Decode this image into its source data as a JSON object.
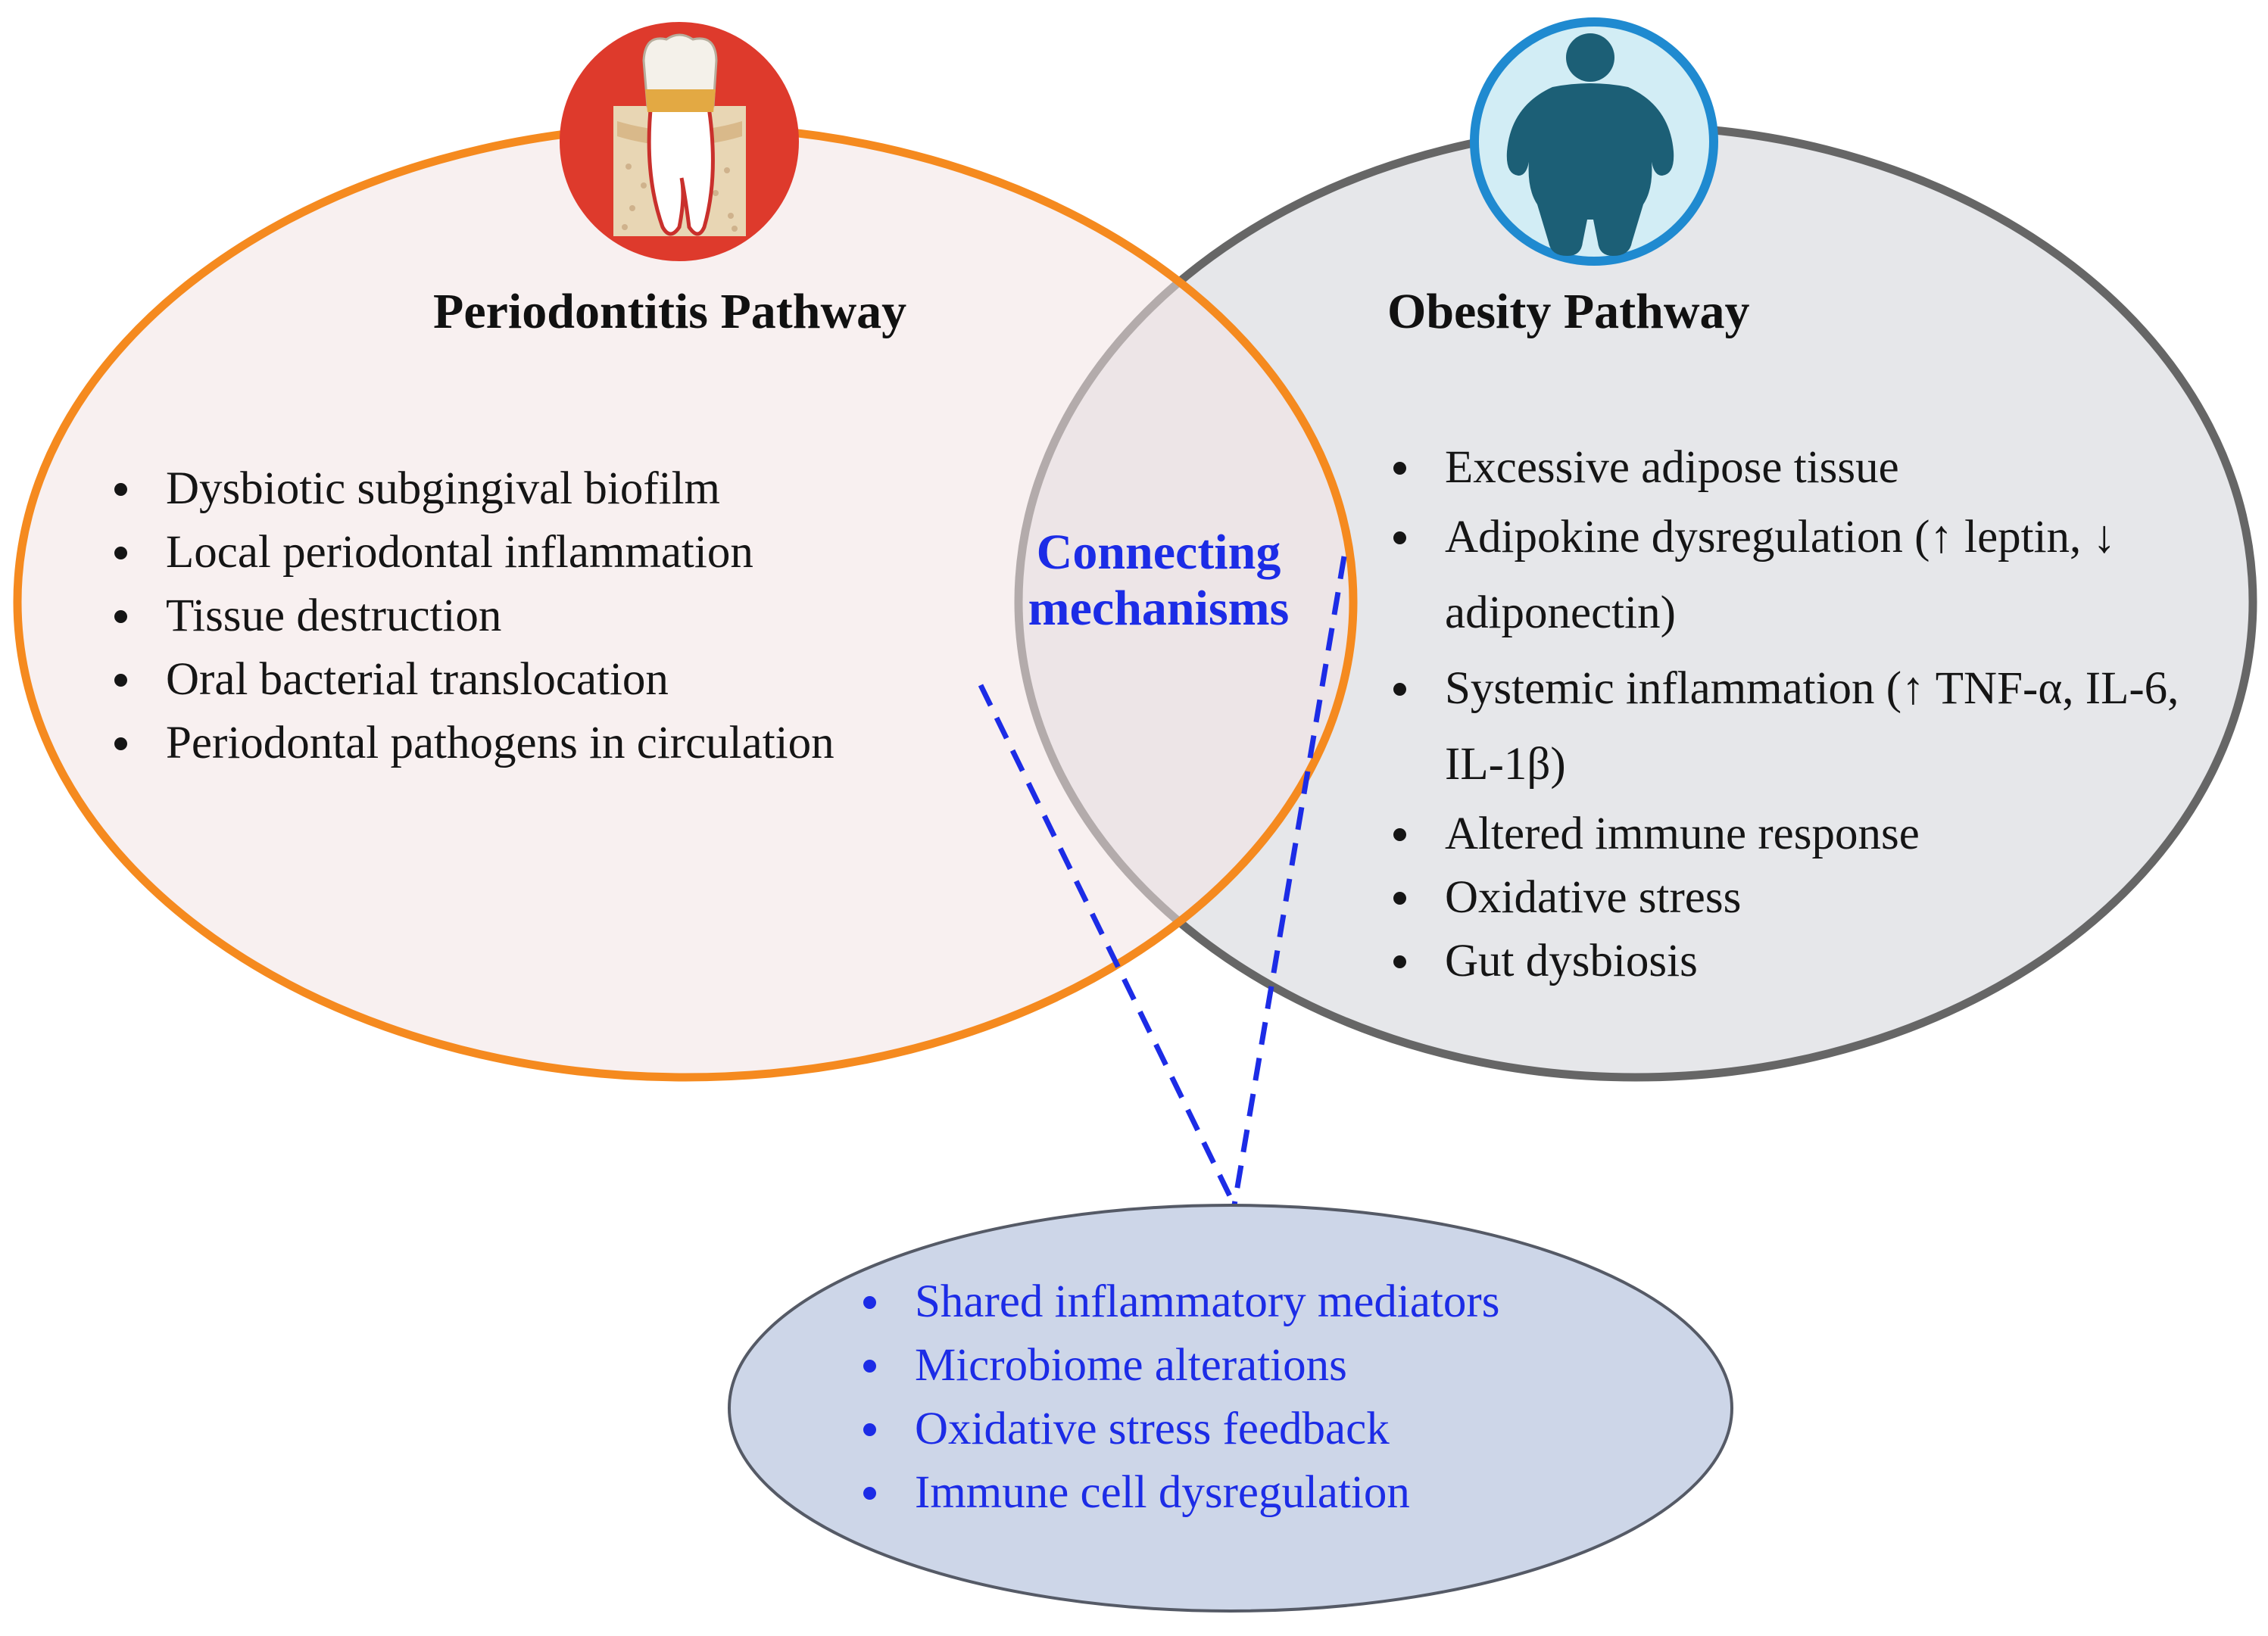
{
  "periodontitis": {
    "title": "Periodontitis Pathway",
    "icon": "tooth-icon",
    "ring_color": "#f58a1f",
    "fill_color": "#f3e6e6",
    "items": [
      "Dysbiotic subgingival biofilm",
      "Local periodontal inflammation",
      "Tissue destruction",
      "Oral bacterial translocation",
      "Periodontal pathogens in circulation"
    ]
  },
  "obesity": {
    "title": "Obesity Pathway",
    "icon": "person-silhouette-icon",
    "ring_color": "#666666",
    "fill_color": "#e6e7ea",
    "items": [
      "Excessive adipose tissue",
      "Adipokine dysregulation (↑ leptin, ↓ adiponectin)",
      "Systemic inflammation (↑ TNF-α, IL-6, IL-1β)",
      "Altered immune response",
      "Oxidative stress",
      "Gut dysbiosis"
    ]
  },
  "overlap": {
    "label_line1": "Connecting",
    "label_line2": "mechanisms",
    "label_color": "#1c2ce6"
  },
  "connecting_mechanisms": {
    "fill_color": "#cdd6e8",
    "text_color": "#1c2ce6",
    "items": [
      "Shared inflammatory mediators",
      "Microbiome alterations",
      "Oxidative stress feedback",
      "Immune cell dysregulation"
    ]
  }
}
